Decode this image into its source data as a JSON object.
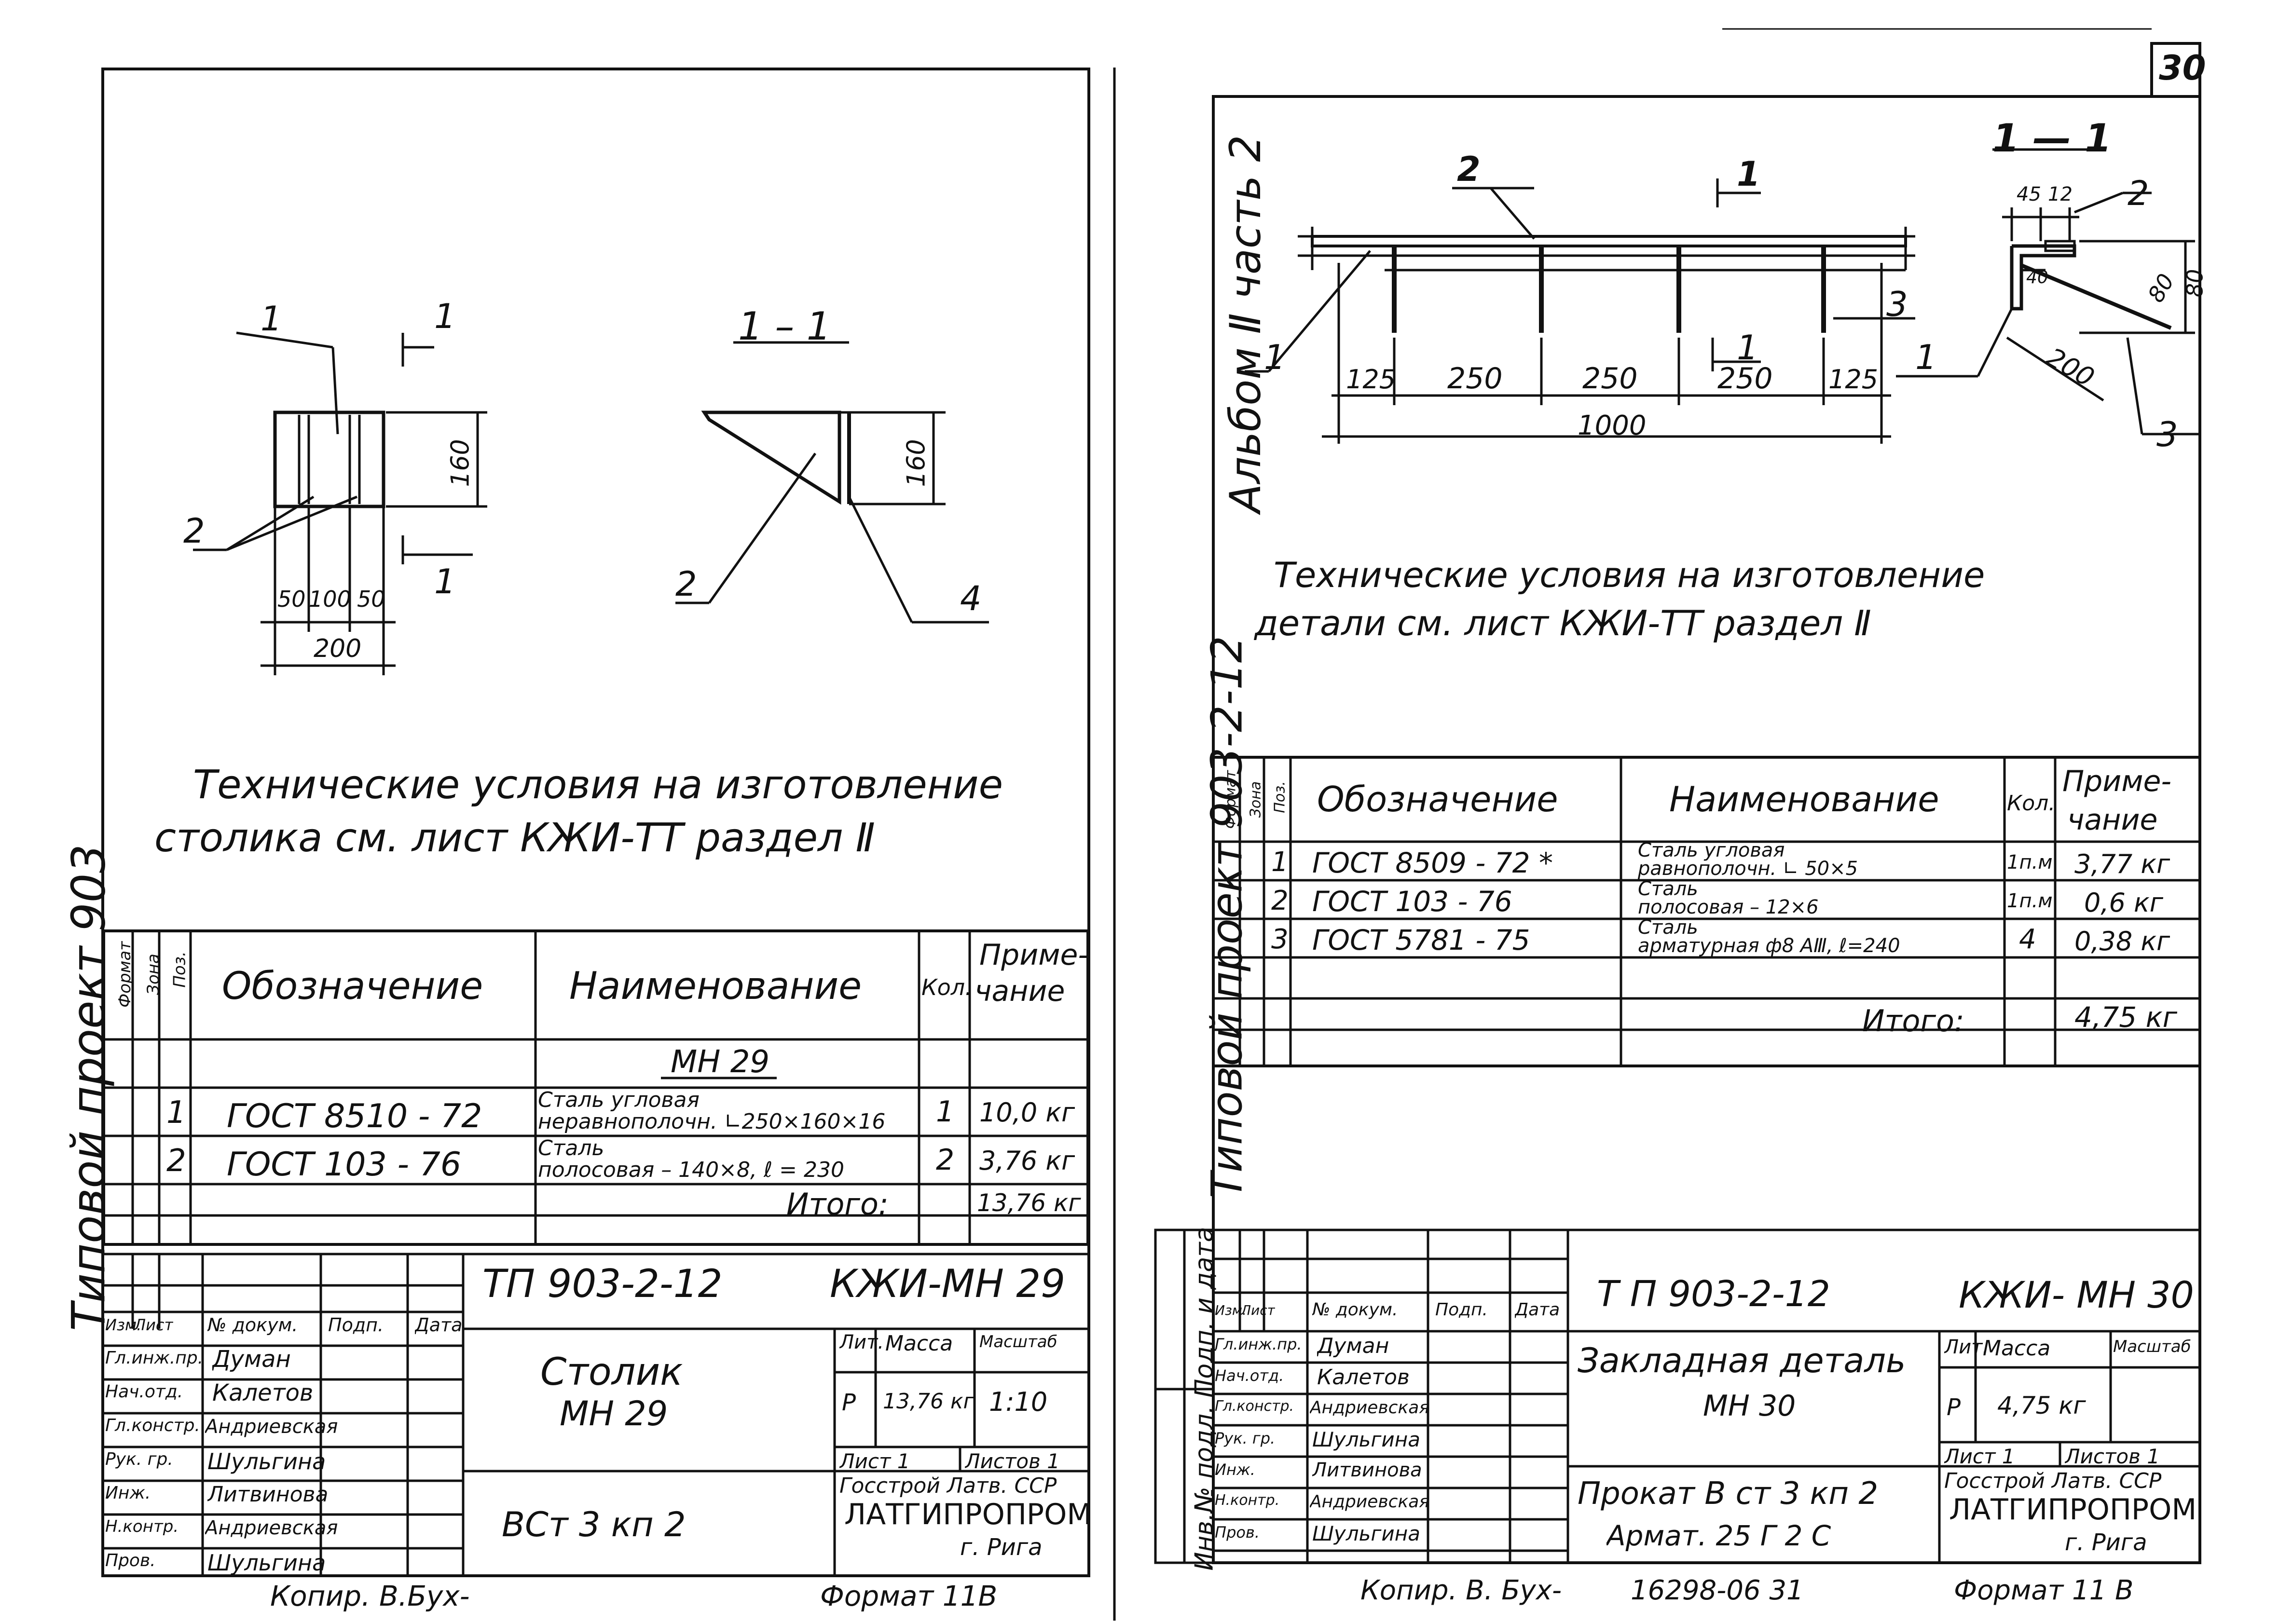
{
  "page_number": "30",
  "sheet_left": {
    "drawing": {
      "callout_1": "1",
      "callout_2": "2",
      "callout_4": "4",
      "section_mark_top": "1",
      "section_mark_bottom": "1",
      "section_title": "1 – 1",
      "dim_160_a": "160",
      "dim_160_b": "160",
      "dim_50_a": "50",
      "dim_100": "100",
      "dim_50_b": "50",
      "dim_200": "200",
      "section_callout_2": "2",
      "section_callout_4": "4"
    },
    "notes": [
      "Технические условия на изготовление",
      "столика см. лист КЖИ-ТТ  раздел Ⅱ"
    ],
    "spec": {
      "headers": {
        "format": "Формат",
        "zone": "Зона",
        "pos": "Поз.",
        "designation": "Обозначение",
        "name": "Наименование",
        "qty": "Кол.",
        "note_1": "Приме-",
        "note_2": "чание"
      },
      "group_title": "МН 29",
      "rows": [
        {
          "pos": "1",
          "designation": "ГОСТ  8510 - 72",
          "name_1": "Сталь угловая",
          "name_2": "неравнополочн.  ∟250×160×16",
          "qty": "1",
          "note": "10,0 кг"
        },
        {
          "pos": "2",
          "designation": "ГОСТ  103 - 76",
          "name_1": "Сталь",
          "name_2": "полосовая – 140×8,  ℓ = 230",
          "qty": "2",
          "note": "3,76 кг"
        }
      ],
      "total_label": "Итого:",
      "total_value": "13,76 кг"
    },
    "title_block": {
      "code": "ТП  903-2-12",
      "sheet_code": "КЖИ-МН 29",
      "hdr": {
        "izm": "Изм.",
        "list": "Лист",
        "doc": "№ докум.",
        "sign": "Подп.",
        "date": "Дата"
      },
      "staff": [
        {
          "role": "Гл.инж.пр.",
          "name": "Думан"
        },
        {
          "role": "Нач.отд.",
          "name": "Калетов"
        },
        {
          "role": "Гл.констр.",
          "name": "Андриевская"
        },
        {
          "role": "Рук. гр.",
          "name": "Шульгина"
        },
        {
          "role": "Инж.",
          "name": "Литвинова"
        },
        {
          "role": "Н.контр.",
          "name": "Андриевская"
        },
        {
          "role": "Пров.",
          "name": "Шульгина"
        }
      ],
      "name_1": "Столик",
      "name_2": "МН 29",
      "lit_hdr": "Лит.",
      "mass_hdr": "Масса",
      "scale_hdr": "Масштаб",
      "lit": "Р",
      "mass": "13,76 кг",
      "scale": "1:10",
      "sheet": "Лист 1",
      "sheets": "Листов 1",
      "org_1": "Госстрой Латв. ССР",
      "org_2": "ЛАТГИПРОПРОМ",
      "org_3": "г. Рига",
      "material": "ВСт 3 кп 2"
    },
    "footer_copy": "Копир. В.Бух-",
    "footer_format": "Формат 11В",
    "side_text": "Типовой проект 903"
  },
  "sheet_right": {
    "side_top": "Альбом Ⅱ  часть 2",
    "side_mid": "Типовой  проект  903-2-12",
    "side_bottom": "Инв.№ подл.   Подп. и дата",
    "drawing": {
      "callout_2": "2",
      "callout_1": "1",
      "callout_3": "3",
      "section_mark_top": "1",
      "section_mark_bottom": "1",
      "dim_125_a": "125",
      "dim_250_a": "250",
      "dim_250_b": "250",
      "dim_250_c": "250",
      "dim_125_b": "125",
      "dim_1000": "1000",
      "section_title": "1 — 1",
      "dim_45": "45",
      "dim_12": "12",
      "dim_40": "40",
      "dim_80_a": "80",
      "dim_80_b": "80",
      "dim_200": "200",
      "sec_callout_2": "2",
      "sec_callout_1": "1",
      "sec_callout_3": "3"
    },
    "notes": [
      "Технические условия на изготовление",
      "детали см. лист КЖИ-ТТ   раздел Ⅱ"
    ],
    "spec": {
      "headers": {
        "format": "Формат",
        "zone": "Зона",
        "pos": "Поз.",
        "designation": "Обозначение",
        "name": "Наименование",
        "qty": "Кол.",
        "note_1": "Приме-",
        "note_2": "чание"
      },
      "rows": [
        {
          "pos": "1",
          "designation": "ГОСТ   8509 - 72 *",
          "name_1": "Сталь угловая",
          "name_2": "равнополочн.   ∟ 50×5",
          "qty": "1п.м",
          "note": "3,77 кг"
        },
        {
          "pos": "2",
          "designation": "ГОСТ   103 - 76",
          "name_1": "Сталь",
          "name_2": "полосовая     – 12×6",
          "qty": "1п.м",
          "note": "0,6 кг"
        },
        {
          "pos": "3",
          "designation": "ГОСТ   5781 - 75",
          "name_1": "Сталь",
          "name_2": "арматурная   ф8 AⅢ, ℓ=240",
          "qty": "4",
          "note": "0,38 кг"
        }
      ],
      "total_label": "Итого:",
      "total_value": "4,75 кг"
    },
    "title_block": {
      "code": "Т П   903-2-12",
      "sheet_code": "КЖИ- МН 30",
      "hdr": {
        "izm": "Изм.",
        "list": "Лист",
        "doc": "№ докум.",
        "sign": "Подп.",
        "date": "Дата"
      },
      "staff": [
        {
          "role": "Гл.инж.пр.",
          "name": "Думан"
        },
        {
          "role": "Нач.отд.",
          "name": "Калетов"
        },
        {
          "role": "Гл.констр.",
          "name": "Андриевская"
        },
        {
          "role": "Рук. гр.",
          "name": "Шульгина"
        },
        {
          "role": "Инж.",
          "name": "Литвинова"
        },
        {
          "role": "Н.контр.",
          "name": "Андриевская"
        },
        {
          "role": "Пров.",
          "name": "Шульгина"
        }
      ],
      "name_1": "Закладная деталь",
      "name_2": "МН 30",
      "lit_hdr": "Лит.",
      "mass_hdr": "Масса",
      "scale_hdr": "Масштаб",
      "lit": "Р",
      "mass": "4,75 кг",
      "sheet": "Лист 1",
      "sheets": "Листов 1",
      "org_1": "Госстрой Латв. ССР",
      "org_2": "ЛАТГИПРОПРОМ",
      "org_3": "г. Рига",
      "material_1": "Прокат  В ст 3 кп 2",
      "material_2": "Армат.  25 Г 2 С"
    },
    "footer_copy": "Копир.  В. Бух-",
    "footer_num": "16298-06   31",
    "footer_format": "Формат 11 В"
  }
}
